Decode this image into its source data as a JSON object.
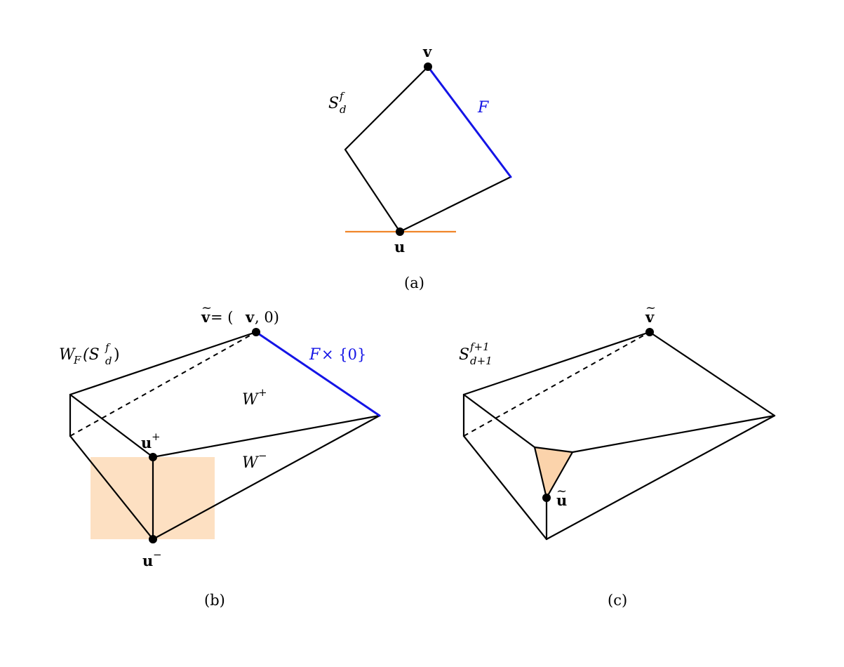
{
  "colors": {
    "face_highlight": "#1414e6",
    "support_line": "#f0862a",
    "region_fill": "#fde0c2",
    "triangle_fill": "#fbd3ab"
  },
  "panel_a": {
    "caption": "(a)",
    "polytope_label_base": "S",
    "polytope_label_sup": "f",
    "polytope_label_sub": "d",
    "face_label": "F",
    "top_vertex_label": "v",
    "bottom_vertex_label": "u"
  },
  "panel_b": {
    "caption": "(b)",
    "polytope_label_base": "W",
    "polytope_label_sub": "F",
    "polytope_label_paren_open": "(S",
    "polytope_label_inner_sup": "f",
    "polytope_label_inner_sub": "d",
    "polytope_label_paren_close": ")",
    "top_vertex_label_v": "v",
    "top_vertex_label_rest": " = (",
    "top_vertex_label_v2": "v",
    "top_vertex_label_end": ", 0)",
    "face_label_F": "F",
    "face_label_rest": " × {0}",
    "w_plus_base": "W",
    "w_plus_sup": "+",
    "w_minus_base": "W",
    "w_minus_sup": "−",
    "u_plus_base": "u",
    "u_plus_sup": "+",
    "u_minus_base": "u",
    "u_minus_sup": "−"
  },
  "panel_c": {
    "caption": "(c)",
    "polytope_label_base": "S",
    "polytope_label_sup": "f+1",
    "polytope_label_sub": "d+1",
    "top_vertex_label": "v",
    "bottom_vertex_label": "u",
    "tilde": "~"
  }
}
